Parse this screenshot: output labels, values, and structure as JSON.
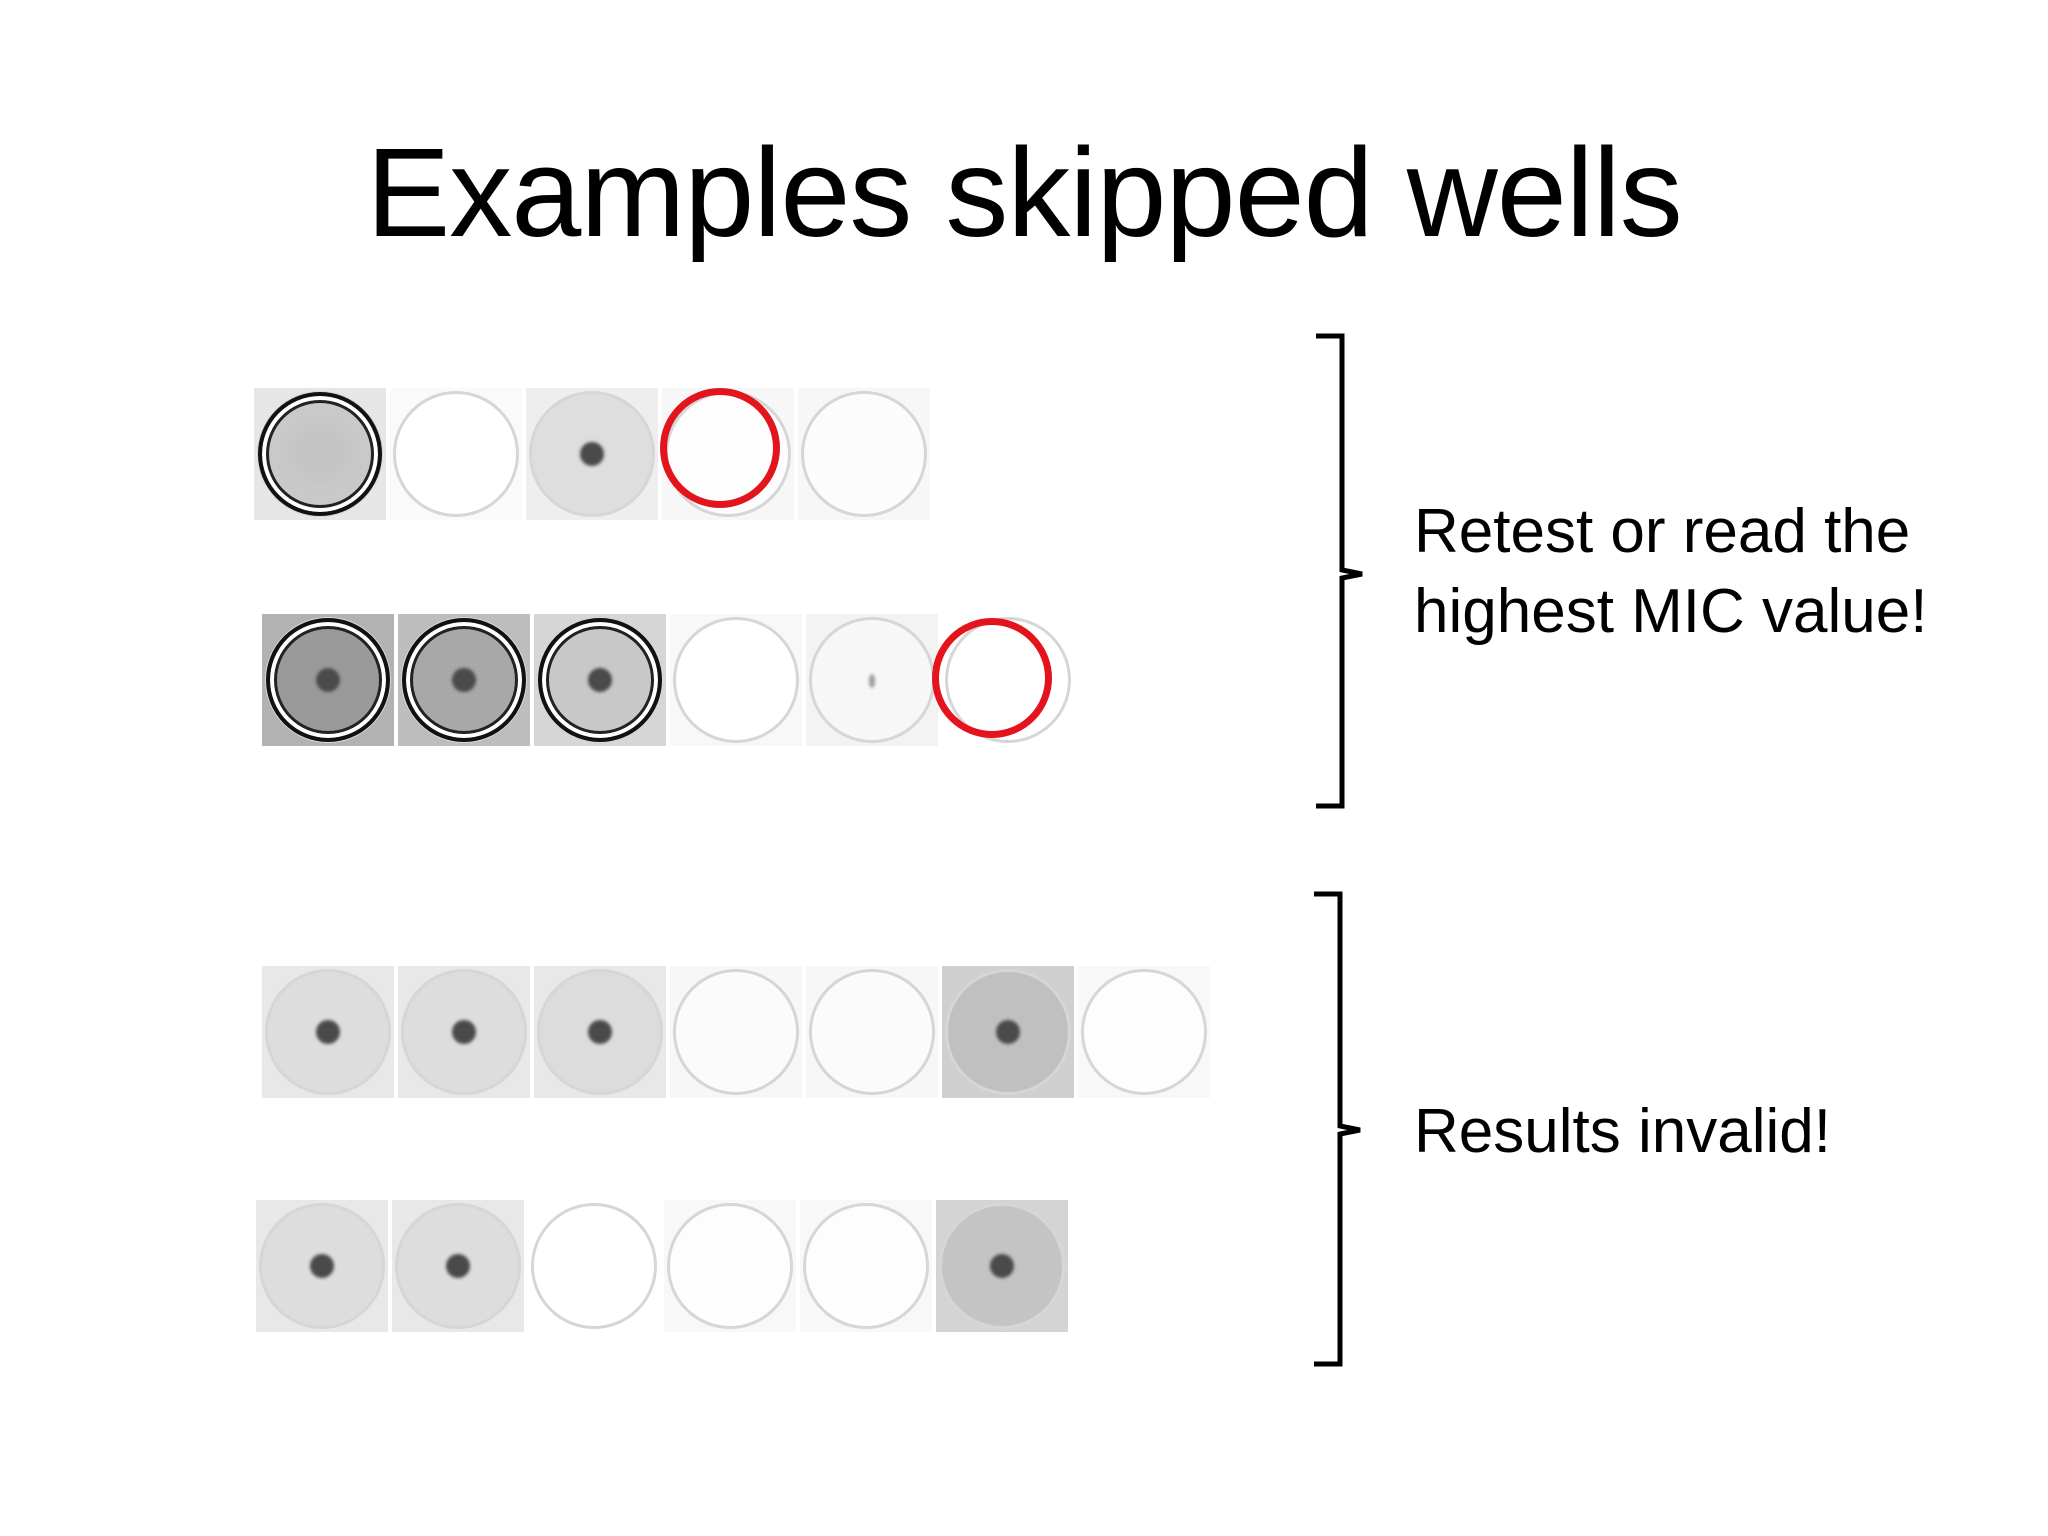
{
  "title": "Examples skipped wells",
  "groups": [
    {
      "caption_lines": [
        "Retest or read the",
        "highest MIC value!"
      ],
      "rows": [
        {
          "wells": [
            {
              "growth": "faint",
              "circled": true,
              "bg": "#e6e6e6",
              "disc": "#c9c9c9"
            },
            {
              "growth": "none",
              "circled": false,
              "bg": "#fafafa",
              "disc": "#ffffff"
            },
            {
              "growth": "button",
              "circled": false,
              "bg": "#eeeeee",
              "disc": "#dedede"
            },
            {
              "growth": "none",
              "circled": false,
              "bg": "#f7f7f7",
              "disc": "#fdfdfd"
            },
            {
              "growth": "none",
              "circled": false,
              "bg": "#f7f7f7",
              "disc": "#fcfcfc"
            }
          ],
          "red_mark_index": 3
        },
        {
          "wells": [
            {
              "growth": "button",
              "circled": true,
              "bg": "#b2b2b2",
              "disc": "#9a9a9a"
            },
            {
              "growth": "button",
              "circled": true,
              "bg": "#bdbdbd",
              "disc": "#a8a8a8"
            },
            {
              "growth": "button",
              "circled": true,
              "bg": "#d6d6d6",
              "disc": "#c8c8c8"
            },
            {
              "growth": "none",
              "circled": false,
              "bg": "#f8f8f8",
              "disc": "#ffffff"
            },
            {
              "growth": "speck",
              "circled": false,
              "bg": "#f3f3f3",
              "disc": "#f7f7f7"
            },
            {
              "growth": "none",
              "circled": false,
              "bg": "#ffffff",
              "disc": "#ffffff"
            }
          ],
          "red_mark_index": 5
        }
      ]
    },
    {
      "caption_lines": [
        "Results invalid!"
      ],
      "rows": [
        {
          "wells": [
            {
              "growth": "button",
              "circled": false,
              "bg": "#e8e8e8",
              "disc": "#dddddd"
            },
            {
              "growth": "button",
              "circled": false,
              "bg": "#e8e8e8",
              "disc": "#dddddd"
            },
            {
              "growth": "button",
              "circled": false,
              "bg": "#e8e8e8",
              "disc": "#dcdcdc"
            },
            {
              "growth": "none",
              "circled": false,
              "bg": "#f7f7f7",
              "disc": "#fbfbfb"
            },
            {
              "growth": "none",
              "circled": false,
              "bg": "#f7f7f7",
              "disc": "#fbfbfb"
            },
            {
              "growth": "button",
              "circled": false,
              "bg": "#cfcfcf",
              "disc": "#c0c0c0"
            },
            {
              "growth": "none",
              "circled": false,
              "bg": "#f8f8f8",
              "disc": "#fdfdfd"
            }
          ],
          "red_mark_index": null
        },
        {
          "wells": [
            {
              "growth": "button",
              "circled": false,
              "bg": "#e8e8e8",
              "disc": "#dddddd"
            },
            {
              "growth": "button",
              "circled": false,
              "bg": "#e8e8e8",
              "disc": "#dddddd"
            },
            {
              "growth": "none",
              "circled": false,
              "bg": "#ffffff",
              "disc": "#ffffff"
            },
            {
              "growth": "none",
              "circled": false,
              "bg": "#f8f8f8",
              "disc": "#fdfdfd"
            },
            {
              "growth": "none",
              "circled": false,
              "bg": "#f8f8f8",
              "disc": "#fdfdfd"
            },
            {
              "growth": "button",
              "circled": false,
              "bg": "#d4d4d4",
              "disc": "#c4c4c4"
            }
          ],
          "red_mark_index": null
        }
      ]
    }
  ],
  "colors": {
    "red_mark": "#e3141b",
    "text": "#000000",
    "background": "#ffffff"
  }
}
